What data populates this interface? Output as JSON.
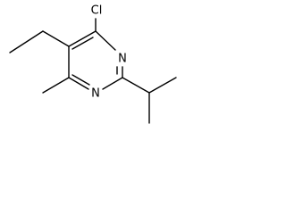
{
  "molecule": {
    "atoms": {
      "chlorine": "Cl",
      "nitrogen_3": "N",
      "nitrogen_1": "N"
    }
  },
  "colors": {
    "bond": "#000000",
    "label": "#000000",
    "background": "#ffffff"
  }
}
